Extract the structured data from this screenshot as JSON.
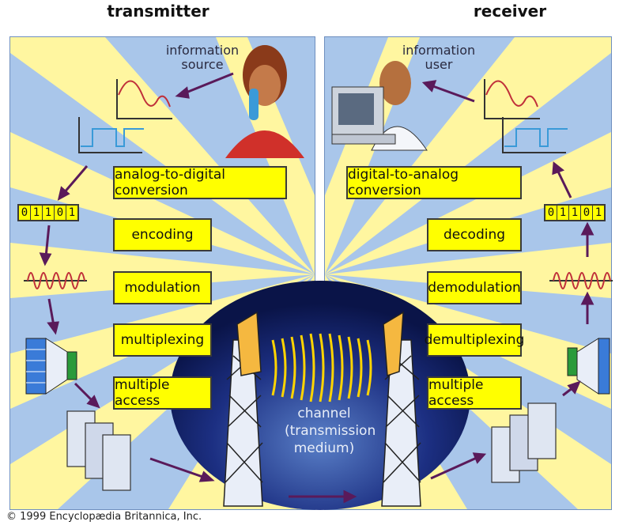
{
  "titles": {
    "transmitter": "transmitter",
    "receiver": "receiver"
  },
  "transmitter": {
    "source_label": "information\nsource",
    "stages": [
      "analog-to-digital conversion",
      "encoding",
      "modulation",
      "multiplexing",
      "multiple access"
    ],
    "bits": [
      "0",
      "1",
      "1",
      "0",
      "1"
    ]
  },
  "receiver": {
    "user_label": "information\nuser",
    "stages": [
      "digital-to-analog conversion",
      "decoding",
      "demodulation",
      "demultiplexing",
      "multiple access"
    ],
    "bits": [
      "0",
      "1",
      "1",
      "0",
      "1"
    ]
  },
  "channel": {
    "label": "channel\n(transmission\nmedium)"
  },
  "copyright": "© 1999 Encyclopædia Britannica, Inc.",
  "colors": {
    "panel_bg": "#fff6a0",
    "ray_blue": "#a9c6ea",
    "stage_yellow": "#ffff00",
    "channel_dark": "#0d1a5c",
    "arrow": "#5a1a5a"
  },
  "icons": [
    "woman-on-phone-icon",
    "man-at-computer-icon",
    "analog-wave-icon",
    "square-pulse-icon",
    "modulated-wave-icon",
    "multiplexer-icon",
    "server-rack-icon",
    "transmission-tower-icon",
    "radio-wave-icon"
  ]
}
